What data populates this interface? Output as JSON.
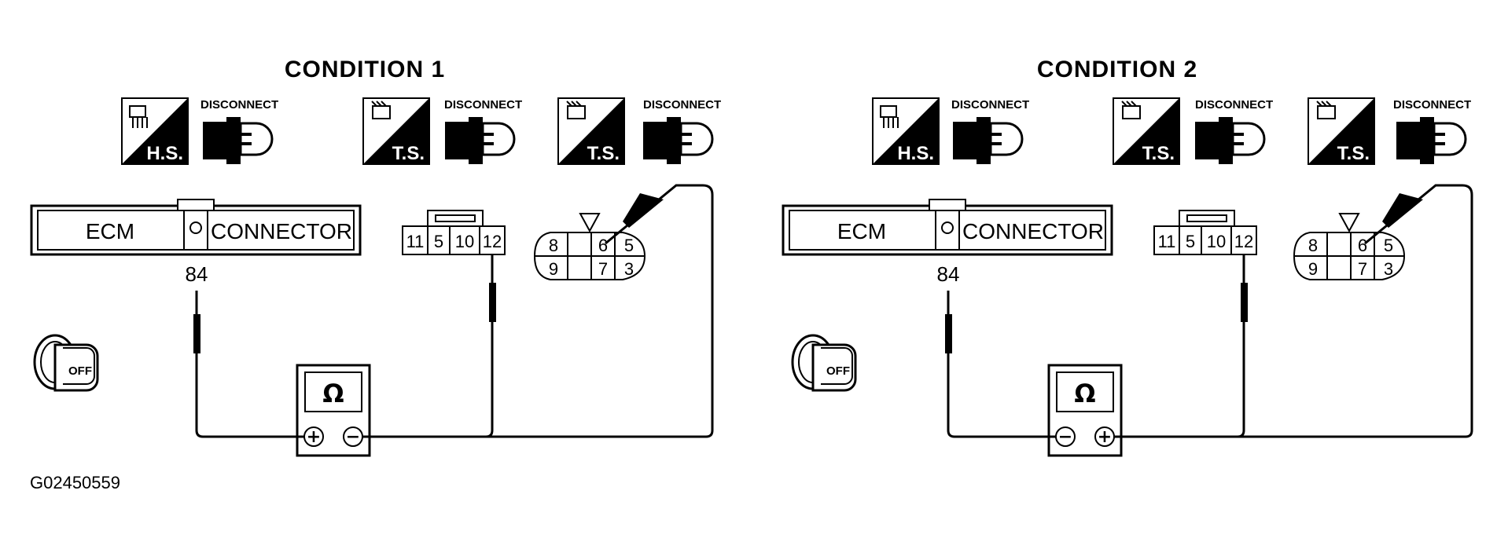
{
  "conditions": [
    {
      "title": "CONDITION 1",
      "badges": [
        {
          "label": "H.S.",
          "action": "DISCONNECT"
        },
        {
          "label": "T.S.",
          "action": "DISCONNECT"
        },
        {
          "label": "T.S.",
          "action": "DISCONNECT"
        }
      ],
      "ecm": {
        "label": "ECM",
        "connector": "CONNECTOR",
        "terminal": "84"
      },
      "connector_a_pins": [
        "11",
        "5",
        "10",
        "12"
      ],
      "connector_b_pins": {
        "top": [
          "8",
          "6",
          "5"
        ],
        "bottom": [
          "9",
          "7",
          "3"
        ]
      },
      "meter": {
        "symbol": "Ω",
        "left_terminal": "+",
        "right_terminal": "−"
      },
      "key": "OFF"
    },
    {
      "title": "CONDITION 2",
      "badges": [
        {
          "label": "H.S.",
          "action": "DISCONNECT"
        },
        {
          "label": "T.S.",
          "action": "DISCONNECT"
        },
        {
          "label": "T.S.",
          "action": "DISCONNECT"
        }
      ],
      "ecm": {
        "label": "ECM",
        "connector": "CONNECTOR",
        "terminal": "84"
      },
      "connector_a_pins": [
        "11",
        "5",
        "10",
        "12"
      ],
      "connector_b_pins": {
        "top": [
          "8",
          "6",
          "5"
        ],
        "bottom": [
          "9",
          "7",
          "3"
        ]
      },
      "meter": {
        "symbol": "Ω",
        "left_terminal": "−",
        "right_terminal": "+"
      },
      "key": "OFF"
    }
  ],
  "figure_id": "G02450559"
}
